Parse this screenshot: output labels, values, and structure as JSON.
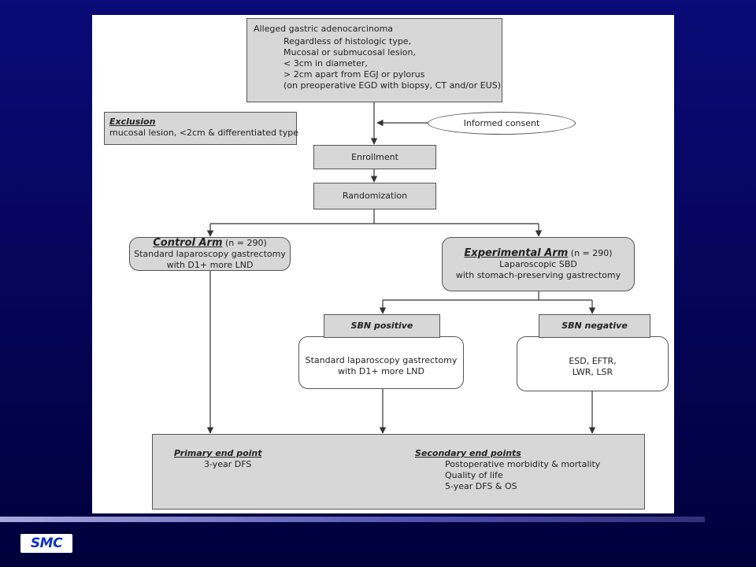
{
  "eligibility": {
    "title": "Alleged gastric adenocarcinoma",
    "lines": [
      "Regardless of histologic type,",
      "Mucosal or submucosal lesion,",
      "< 3cm in diameter,",
      "> 2cm apart from EGJ or pylorus",
      "(on preoperative EGD with biopsy, CT and/or EUS)"
    ]
  },
  "exclusion": {
    "title": "Exclusion",
    "text": "mucosal lesion, <2cm & differentiated type"
  },
  "informed_consent": "Informed consent",
  "enrollment": "Enrollment",
  "randomization": "Randomization",
  "control_arm": {
    "title": "Control Arm",
    "n": "(n = 290)",
    "lines": [
      "Standard laparoscopy gastrectomy",
      "with D1+ more LND"
    ]
  },
  "experimental_arm": {
    "title": "Experimental Arm",
    "n": "(n = 290)",
    "lines": [
      "Laparoscopic SBD",
      "with stomach-preserving gastrectomy"
    ]
  },
  "sbn_positive": {
    "label": "SBN positive",
    "lines": [
      "Standard laparoscopy gastrectomy",
      "with D1+ more LND"
    ]
  },
  "sbn_negative": {
    "label": "SBN negative",
    "lines": [
      "ESD, EFTR,",
      "LWR, LSR"
    ]
  },
  "endpoints": {
    "primary_title": "Primary end point",
    "primary_lines": [
      "3-year DFS"
    ],
    "secondary_title": "Secondary end points",
    "secondary_lines": [
      "Postoperative morbidity & mortality",
      "Quality of life",
      "5-year DFS & OS"
    ]
  },
  "logo_text": "SMC",
  "colors": {
    "background_top": "#0a0a78",
    "background_bottom": "#00003c",
    "box_fill": "#d7d7d7",
    "box_border": "#555555",
    "logo_text": "#1030c0"
  }
}
